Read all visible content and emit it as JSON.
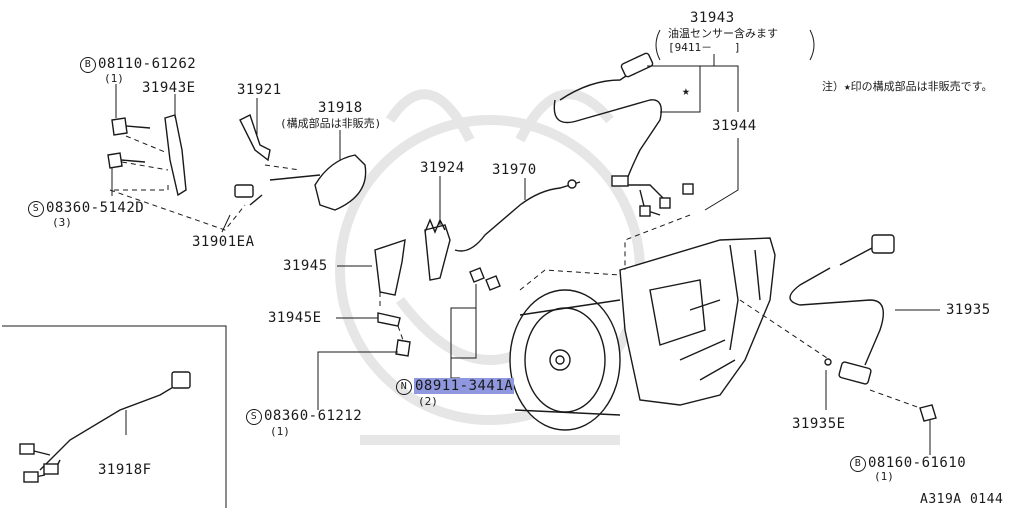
{
  "diagram": {
    "code": "A319A 0144",
    "note": "注）★印の構成部品は非販売です。",
    "colors": {
      "highlight": "#8f98df",
      "line": "#1a1a1a",
      "watermark": "#e6e6e6"
    },
    "parts": {
      "p31943": {
        "number": "31943",
        "note_line1": "油温センサー含みます",
        "note_line2": "[9411－　　]"
      },
      "p31944": {
        "number": "31944"
      },
      "p08110": {
        "prefix": "B",
        "number": "08110-61262",
        "qty": "(1)"
      },
      "p31943E": {
        "number": "31943E"
      },
      "p31921": {
        "number": "31921"
      },
      "p31918": {
        "number": "31918",
        "note": "(構成部品は非販売)"
      },
      "p08360a": {
        "prefix": "S",
        "number": "08360-5142D",
        "qty": "(3)"
      },
      "p31901EA": {
        "number": "31901EA"
      },
      "p31924": {
        "number": "31924"
      },
      "p31970": {
        "number": "31970"
      },
      "p31945": {
        "number": "31945"
      },
      "p31945E": {
        "number": "31945E"
      },
      "p08911": {
        "prefix": "N",
        "number": "08911-3441A",
        "qty": "(2)"
      },
      "p08360b": {
        "prefix": "S",
        "number": "08360-61212",
        "qty": "(1)"
      },
      "p31935": {
        "number": "31935"
      },
      "p31935E": {
        "number": "31935E"
      },
      "p08160": {
        "prefix": "B",
        "number": "08160-61610",
        "qty": "(1)"
      },
      "p31918F": {
        "number": "31918F"
      }
    },
    "star_marker": "★"
  }
}
